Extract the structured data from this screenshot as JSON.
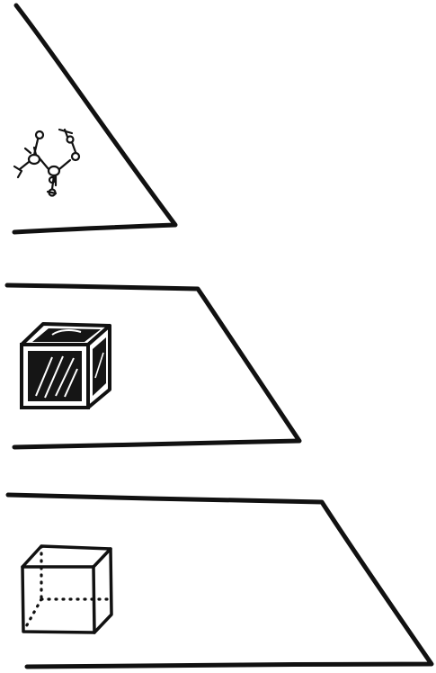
{
  "diagram": {
    "ink_color": "#111111",
    "background_color": "#ffffff",
    "tiers": [
      {
        "level": "top",
        "depicts": "molecule-sketch"
      },
      {
        "level": "middle",
        "depicts": "solid-dark-cube"
      },
      {
        "level": "bottom",
        "depicts": "wireframe-cube"
      }
    ]
  }
}
